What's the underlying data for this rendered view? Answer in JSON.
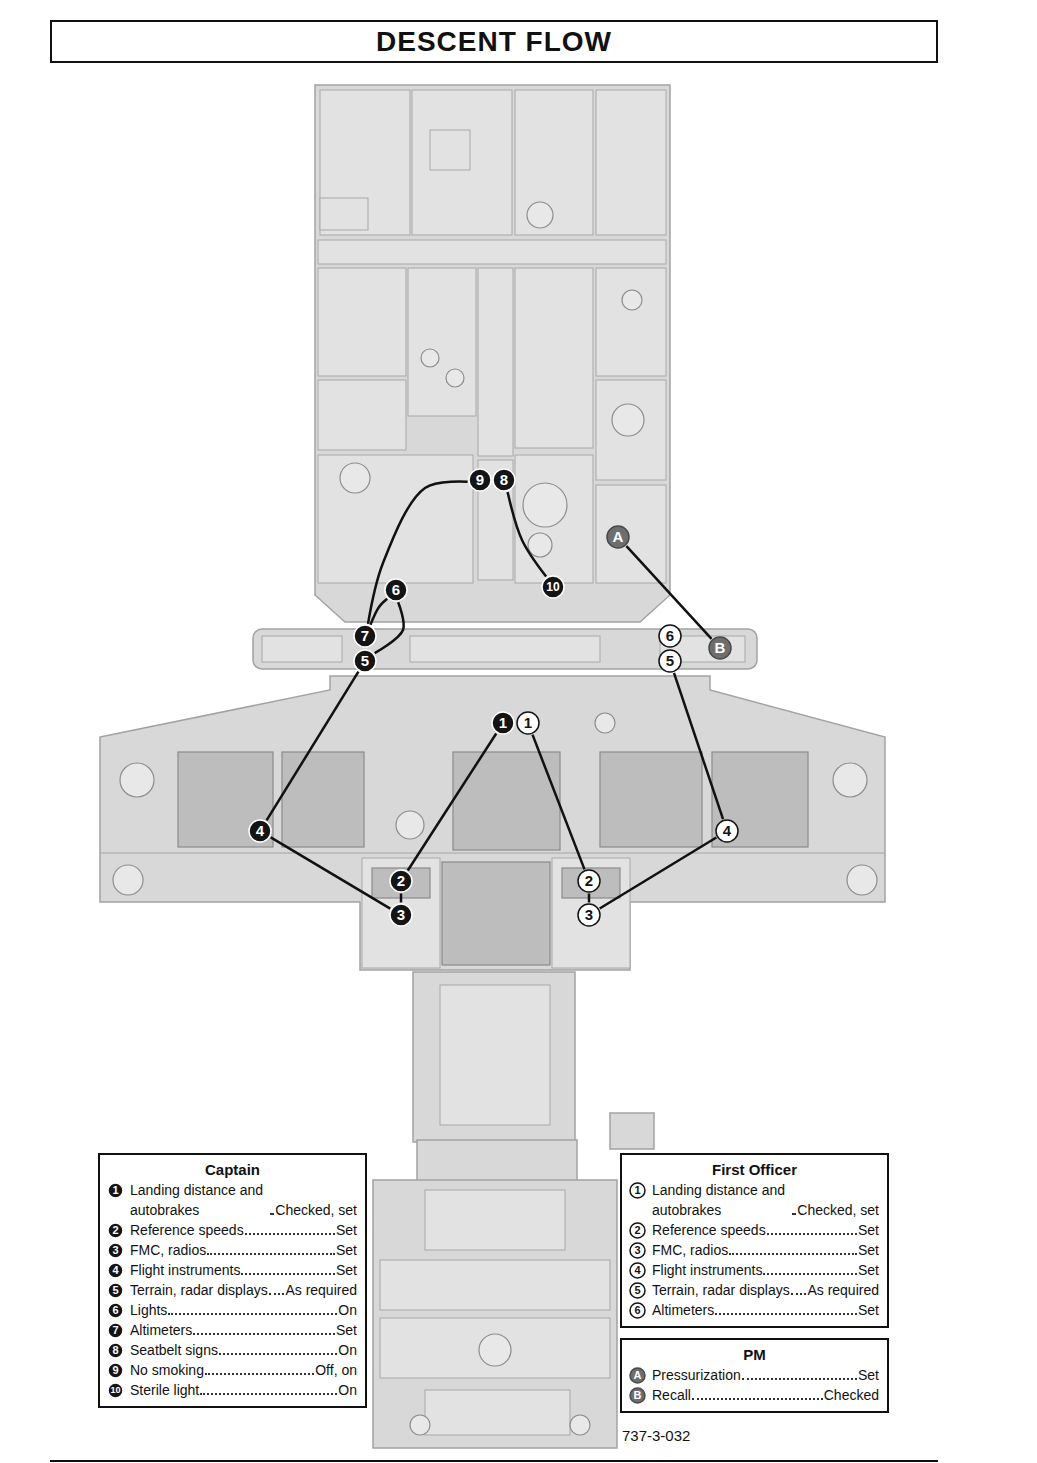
{
  "diagram": {
    "title": "DESCENT FLOW",
    "caption": "737-3-032",
    "nodes": [
      {
        "text": [
          "1"
        ]
      },
      {
        "text": [
          "2"
        ]
      },
      {
        "text": [
          "3"
        ]
      },
      {
        "text": [
          "4"
        ]
      },
      {
        "text": [
          "5"
        ]
      },
      {
        "text": [
          "6"
        ]
      },
      {
        "text": [
          "7"
        ]
      },
      {
        "text": [
          "8"
        ]
      },
      {
        "text": [
          "9"
        ]
      },
      {
        "text": [
          "10"
        ]
      },
      {
        "text": [
          "1"
        ]
      },
      {
        "text": [
          "2"
        ]
      },
      {
        "text": [
          "3"
        ]
      },
      {
        "text": [
          "4"
        ]
      },
      {
        "text": [
          "5"
        ]
      },
      {
        "text": [
          "6"
        ]
      },
      {
        "text": [
          "A"
        ]
      },
      {
        "text": [
          "B"
        ]
      },
      {
        "text": [
          "Captain",
          "Landing distance and autobrakes",
          "Checked, set",
          "Reference speeds",
          "Set",
          "FMC, radios",
          "Set",
          "Flight instruments",
          "Set",
          "Terrain, radar displays",
          "As required",
          "Lights",
          "On",
          "Altimeters",
          "Set",
          "Seatbelt signs",
          "On",
          "No smoking",
          "Off, on",
          "Sterile light",
          "On"
        ]
      },
      {
        "text": [
          "1"
        ],
        "in": 18
      },
      {
        "text": [
          "2"
        ],
        "in": 18
      },
      {
        "text": [
          "3"
        ],
        "in": 18
      },
      {
        "text": [
          "4"
        ],
        "in": 18
      },
      {
        "text": [
          "5"
        ],
        "in": 18
      },
      {
        "text": [
          "6"
        ],
        "in": 18
      },
      {
        "text": [
          "7"
        ],
        "in": 18
      },
      {
        "text": [
          "8"
        ],
        "in": 18
      },
      {
        "text": [
          "9"
        ],
        "in": 18
      },
      {
        "text": [
          "10"
        ],
        "in": 18
      },
      {
        "text": [
          "First Officer",
          "Landing distance and autobrakes",
          "Checked, set",
          "Reference speeds",
          "Set",
          "FMC, radios",
          "Set",
          "Flight instruments",
          "Set",
          "Terrain, radar displays",
          "As required",
          "Altimeters",
          "Set"
        ]
      },
      {
        "text": [
          "1"
        ],
        "in": 29
      },
      {
        "text": [
          "2"
        ],
        "in": 29
      },
      {
        "text": [
          "3"
        ],
        "in": 29
      },
      {
        "text": [
          "4"
        ],
        "in": 29
      },
      {
        "text": [
          "5"
        ],
        "in": 29
      },
      {
        "text": [
          "6"
        ],
        "in": 29
      },
      {
        "text": [
          "PM",
          "Pressurization",
          "Set",
          "Recall",
          "Checked"
        ]
      },
      {
        "text": [
          "A"
        ],
        "in": 36
      },
      {
        "text": [
          "B"
        ],
        "in": 36
      }
    ],
    "edges": [
      {
        "from": 0,
        "to": 1,
        "arrow": "none"
      },
      {
        "from": 1,
        "to": 2,
        "arrow": "none"
      },
      {
        "from": 2,
        "to": 3,
        "arrow": "none"
      },
      {
        "from": 3,
        "to": 4,
        "arrow": "none"
      },
      {
        "from": 4,
        "to": 5,
        "arrow": "none"
      },
      {
        "from": 5,
        "to": 6,
        "arrow": "none"
      },
      {
        "from": 6,
        "to": 8,
        "arrow": "none"
      },
      {
        "from": 7,
        "to": 9,
        "arrow": "none"
      },
      {
        "from": 10,
        "to": 11,
        "arrow": "none"
      },
      {
        "from": 11,
        "to": 12,
        "arrow": "none"
      },
      {
        "from": 12,
        "to": 13,
        "arrow": "none"
      },
      {
        "from": 13,
        "to": 14,
        "arrow": "none"
      },
      {
        "from": 16,
        "to": 17,
        "arrow": "none"
      }
    ]
  }
}
